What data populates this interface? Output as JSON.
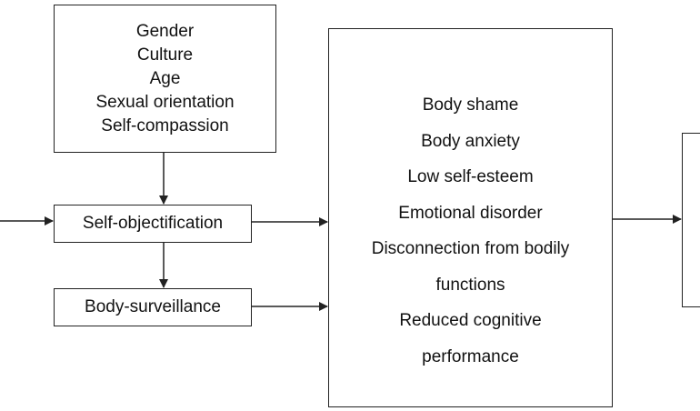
{
  "diagram": {
    "moderators": {
      "lines": [
        "Gender",
        "Culture",
        "Age",
        "Sexual orientation",
        "Self-compassion"
      ]
    },
    "self_objectification": {
      "label": "Self-objectification"
    },
    "body_surveillance": {
      "label": "Body-surveillance"
    },
    "outcomes": {
      "lines": [
        "Body shame",
        "Body anxiety",
        "Low self-esteem",
        "Emotional disorder",
        "Disconnection from bodily",
        "functions",
        "Reduced cognitive",
        "performance"
      ]
    },
    "right_box": {
      "label": ""
    },
    "colors": {
      "stroke": "#222222",
      "text": "#111111",
      "background": "#ffffff"
    }
  }
}
